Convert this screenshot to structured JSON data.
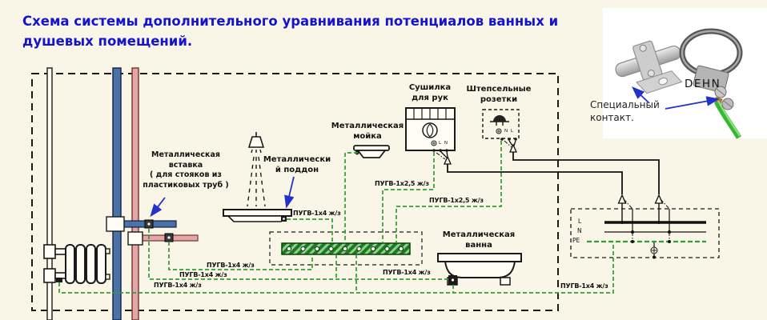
{
  "title": "Схема системы дополнительного уравнивания потенциалов ванных и\nдушевых помещений.",
  "photo": {
    "brand": "DEHN",
    "caption": "Специальный\nконтакт."
  },
  "labels": {
    "metal_insert": "Металлическая\nвставка\n( для стояков из\nпластиковых труб )",
    "metal_tray": "Металлически\nй поддон",
    "metal_sink": "Металлическая\nмойка",
    "hand_dryer": "Сушилка\nдля рук",
    "plug_sockets": "Штепсельные\nрозетки",
    "metal_bath": "Металлическая\nванна"
  },
  "wire_labels": {
    "tray": "ПУГВ-1х4 ж/з",
    "dryer": "ПУГВ-1х2,5 ж/з",
    "sockets": "ПУГВ-1х2,5 ж/з",
    "hot_water": "ПУГВ-1х4 ж/з",
    "cold_water": "ПУГВ-1х4 ж/з",
    "radiator": "ПУГВ-1х4 ж/з",
    "bath": "ПУГВ-1х4 ж/з",
    "pe_main": "ПУГВ-1х4 ж/з"
  },
  "panel": {
    "l": "L",
    "n": "N",
    "pe": "PE"
  },
  "device_terminals": {
    "hand_dryer": "L N",
    "sockets": "N L"
  },
  "colors": {
    "background": "#f9f5e7",
    "title_blue": "#1414cf",
    "bonding_green": "#2f9e2f",
    "mesh_green": "#1e7a1e",
    "cold_pipe_blue": "#4a72a8",
    "hot_pipe_pink": "#e2a8a8",
    "arrow_blue": "#2233cc",
    "wire_photo_green": "#38b832"
  }
}
